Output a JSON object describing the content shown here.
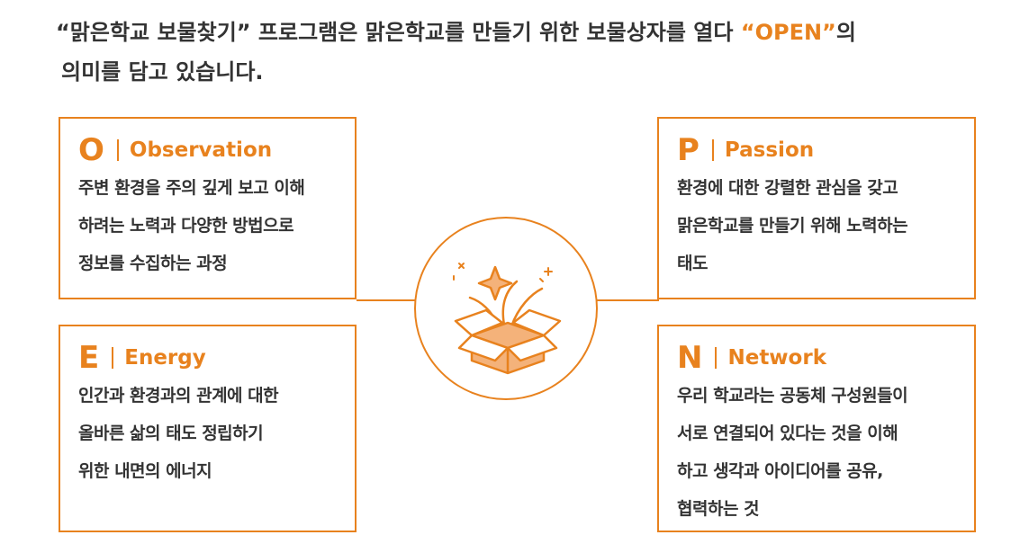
{
  "intro": {
    "quote_open": "“",
    "title": "맑은학교 보물찾기",
    "quote_close": "”",
    "text1": " 프로그램은 맑은학교를 만들기 위한 보물상자를 열다 ",
    "open_word": "“OPEN”",
    "text2": "의",
    "line2": "의미를 담고 있습니다."
  },
  "cards": {
    "o": {
      "letter": "O",
      "word": "Observation",
      "lines": [
        "주변 환경을 주의 깊게 보고 이해",
        "하려는 노력과 다양한 방법으로",
        "정보를 수집하는 과정"
      ]
    },
    "p": {
      "letter": "P",
      "word": "Passion",
      "lines": [
        "환경에 대한 강렬한 관심을 갖고",
        "맑은학교를 만들기 위해 노력하는",
        "태도"
      ]
    },
    "e": {
      "letter": "E",
      "word": "Energy",
      "lines": [
        "인간과 환경과의 관계에 대한",
        "올바른 삶의 태도 정립하기",
        "위한 내면의 에너지"
      ]
    },
    "n": {
      "letter": "N",
      "word": "Network",
      "lines": [
        "우리 학교라는 공동체 구성원들이",
        "서로 연결되어 있다는 것을 이해",
        "하고 생각과 아이디어를 공유,",
        "협력하는 것"
      ]
    }
  },
  "colors": {
    "accent": "#e8821e",
    "text": "#333333",
    "box_fill": "#f4b27a"
  },
  "icons": {
    "center": "open-treasure-box-icon"
  }
}
